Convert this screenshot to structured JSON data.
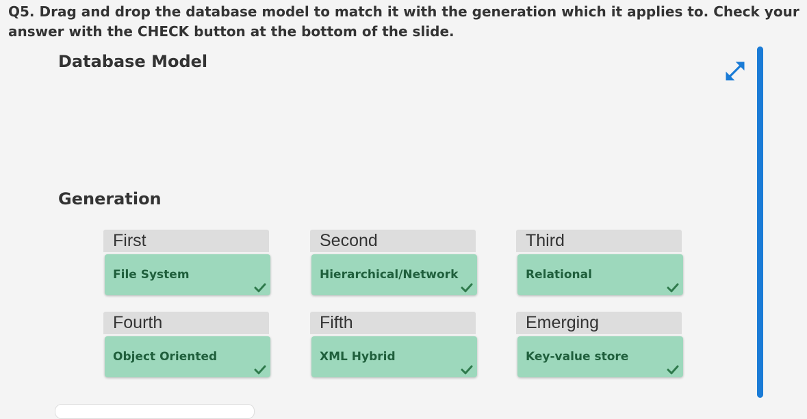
{
  "question": {
    "text": "Q5. Drag and drop the database model to match it with the generation which it applies to. Check your answer with the CHECK button at the bottom of the slide."
  },
  "sections": {
    "model_title": "Database Model",
    "generation_title": "Generation"
  },
  "icons": {
    "expand": "expand-arrows-icon",
    "check": "checkmark-icon"
  },
  "colors": {
    "accent": "#1a7bd6",
    "card_bg": "#9dd8bc",
    "card_text": "#1f5f3c",
    "check": "#2f7a4c",
    "label_bg": "#dddddd"
  },
  "zones": [
    {
      "label": "First",
      "answer": "File System",
      "correct": true
    },
    {
      "label": "Second",
      "answer": "Hierarchical/Network",
      "correct": true
    },
    {
      "label": "Third",
      "answer": "Relational",
      "correct": true
    },
    {
      "label": "Fourth",
      "answer": "Object Oriented",
      "correct": true
    },
    {
      "label": "Fifth",
      "answer": "XML Hybrid",
      "correct": true
    },
    {
      "label": "Emerging",
      "answer": "Key-value store",
      "correct": true
    }
  ]
}
